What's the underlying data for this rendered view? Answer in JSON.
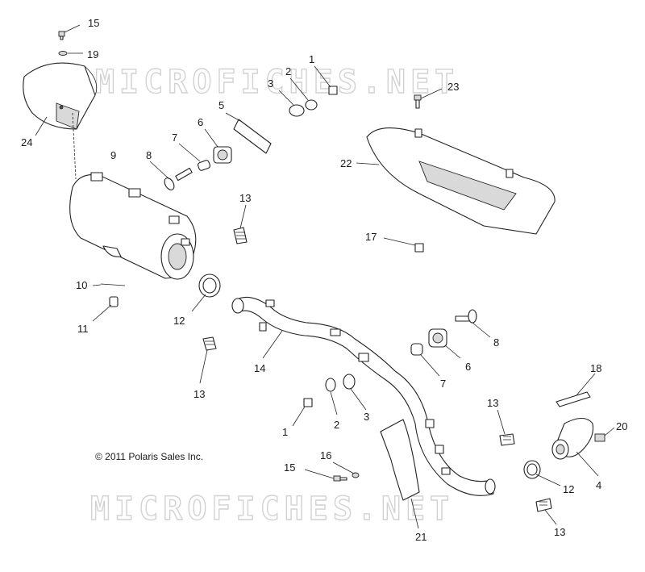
{
  "watermark": "MICROFICHES.NET",
  "copyright": "© 2011 Polaris Sales Inc.",
  "callouts": {
    "c15a": "15",
    "c19": "19",
    "c24": "24",
    "c9": "9",
    "c8a": "8",
    "c7a": "7",
    "c6a": "6",
    "c5": "5",
    "c3a": "3",
    "c2a": "2",
    "c1a": "1",
    "c23": "23",
    "c22": "22",
    "c13a": "13",
    "c17": "17",
    "c10": "10",
    "c11": "11",
    "c12a": "12",
    "c13b": "13",
    "c14": "14",
    "c8b": "8",
    "c6b": "6",
    "c7b": "7",
    "c1b": "1",
    "c2b": "2",
    "c3b": "3",
    "c13c": "13",
    "c18": "18",
    "c20": "20",
    "c4": "4",
    "c12b": "12",
    "c16": "16",
    "c15b": "15",
    "c21": "21",
    "c13d": "13"
  }
}
